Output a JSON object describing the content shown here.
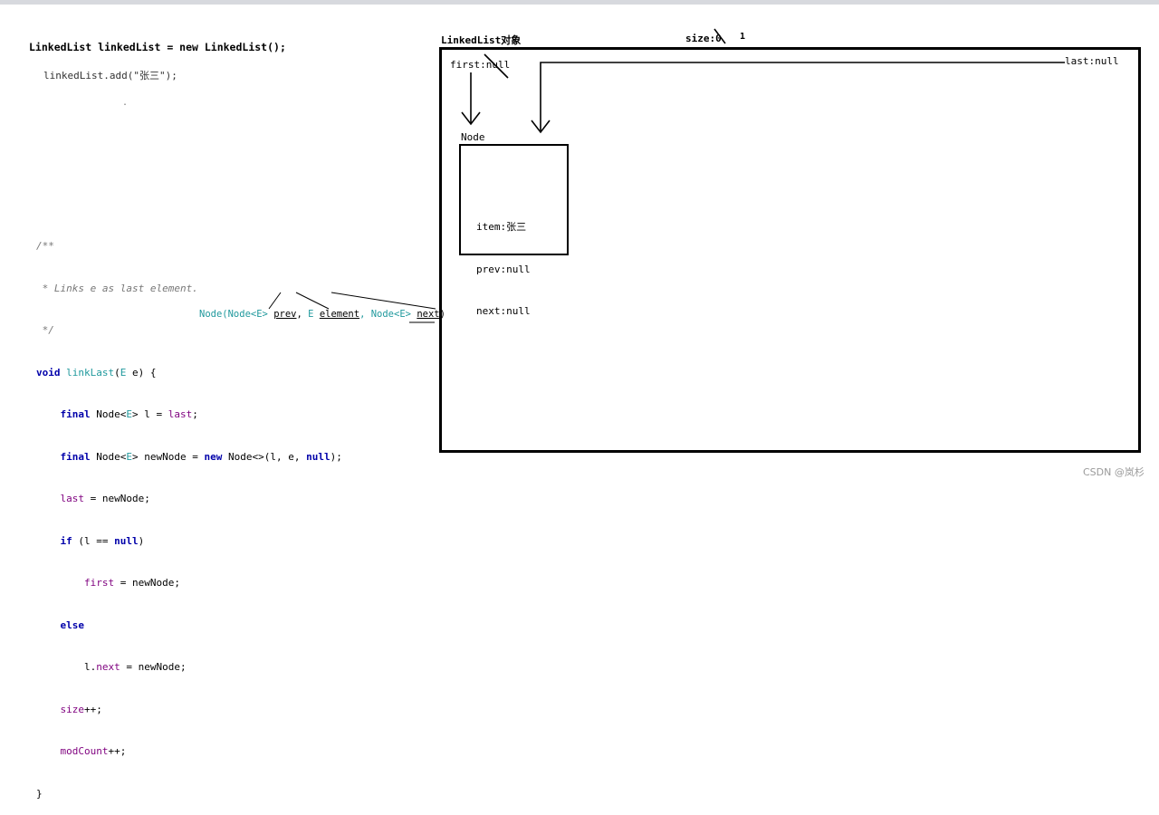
{
  "code_top": {
    "declaration": "LinkedList linkedList = new LinkedList();",
    "add_call": "linkedList.add(\"张三\");",
    "dot": "."
  },
  "method": {
    "comment_open": "/**",
    "comment_body": " * Links e as last element.",
    "comment_close": " */",
    "signature_keyword": "void",
    "signature_name": "linkLast",
    "signature_type": "E",
    "signature_rest": " e) {",
    "stmt_final1_kw": "final",
    "stmt_final1_rest": " Node<",
    "stmt_final1_type": "E",
    "stmt_final1_end": "> l = ",
    "stmt_final1_field": "last",
    "stmt_final2_kw": "final",
    "stmt_final2_rest": " Node<",
    "stmt_final2_type": "E",
    "stmt_final2_mid": "> newNode = ",
    "stmt_final2_new": "new",
    "stmt_final2_args": " Node<>(l, e, ",
    "stmt_final2_null": "null",
    "stmt_final2_end": ");",
    "stmt_last_field": "last",
    "stmt_last_rest": " = newNode;",
    "stmt_if_kw": "if",
    "stmt_if_rest": " (l == ",
    "stmt_if_null": "null",
    "stmt_if_end": ")",
    "stmt_first_field": "first",
    "stmt_first_rest": " = newNode;",
    "stmt_else_kw": "else",
    "stmt_lnext_pre": "l.",
    "stmt_lnext_field": "next",
    "stmt_lnext_rest": " = newNode;",
    "stmt_size_field": "size",
    "stmt_size_rest": "++;",
    "stmt_mod_field": "modCount",
    "stmt_mod_rest": "++;",
    "close_brace": "}"
  },
  "hint": {
    "prefix": "Node(Node<",
    "type1": "E",
    "after1": "> ",
    "prev": "prev",
    "sep1": ", ",
    "type2": "E",
    "space2": " ",
    "element": "element",
    "sep2": ", Node<",
    "type3": "E",
    "after3": "> ",
    "next": "next",
    "suffix": ")"
  },
  "diagram": {
    "object_title": "LinkedList对象",
    "size_label": "size:0",
    "size_new_value": "1",
    "first_label": "first:null",
    "last_label": "last:null",
    "node_title": "Node",
    "node_item": "item:张三",
    "node_prev": "prev:null",
    "node_next": "next:null"
  },
  "watermark": "CSDN @岚杉",
  "colors": {
    "keyword": "#0000aa",
    "field": "#7f007f",
    "type": "#20999d",
    "comment": "#777777"
  }
}
